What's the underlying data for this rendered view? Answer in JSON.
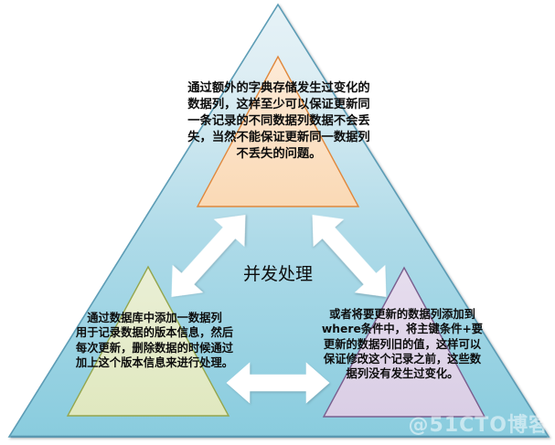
{
  "diagram": {
    "type": "pyramid-concurrency-diagram",
    "center_title": "并发处理",
    "sections": {
      "top": {
        "name": "dictionary-storage-approach",
        "fill_color": "#FBDFC1",
        "border_color": "#E0883C",
        "text": "通过额外的字典存储发生过变化的数据列，这样至少可以保证更新同一条记录的不同数据列数据不会丢失，当然不能保证更新同一数据列不丢失的问题。"
      },
      "bottom_left": {
        "name": "version-column-approach",
        "fill_color": "#E5EBC9",
        "border_color": "#94A64D",
        "text": "通过数据库中添加一数据列\n用于记录数据的版本信息，然后每次更新，删除数据的时候通过加上这个版本信息来进行处理。"
      },
      "bottom_right": {
        "name": "where-condition-approach",
        "fill_color": "#E0D5E9",
        "border_color": "#7A5E8E",
        "text": "或者将要更新的数据列添加到where条件中，将主键条件+要更新的数据列旧的值，这样可以保证修改这个记录之前，这些数据列没有发生过变化。"
      }
    },
    "outer_triangle": {
      "name": "outer-pyramid",
      "fill_top_color": "#DCEDF3",
      "fill_bottom_color": "#8ACDDF",
      "border_color": "#5B9CB5"
    },
    "arrows": [
      {
        "name": "arrow-left-diagonal",
        "direction": "up-right / down-left",
        "color": "#FFFFFF"
      },
      {
        "name": "arrow-right-diagonal",
        "direction": "up-left / down-right",
        "color": "#FFFFFF"
      },
      {
        "name": "arrow-bottom-horizontal",
        "direction": "left / right",
        "color": "#FFFFFF"
      }
    ]
  },
  "watermark": {
    "text": "@51CTO博客"
  }
}
